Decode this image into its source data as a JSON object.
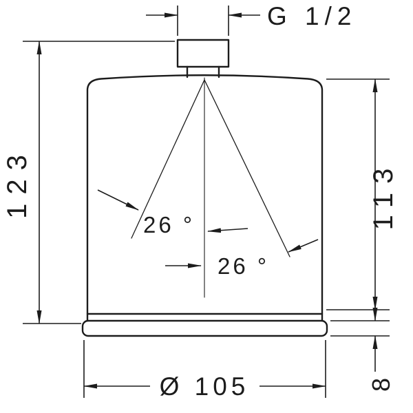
{
  "labels": {
    "thread": "G 1/2",
    "total_height": "123",
    "body_height": "113",
    "plate_thickness": "8",
    "diameter": "Ø 105",
    "angle_upper": "26 °",
    "angle_lower": "26 °"
  },
  "colors": {
    "line": "#1c1c1c",
    "background": "#ffffff"
  }
}
